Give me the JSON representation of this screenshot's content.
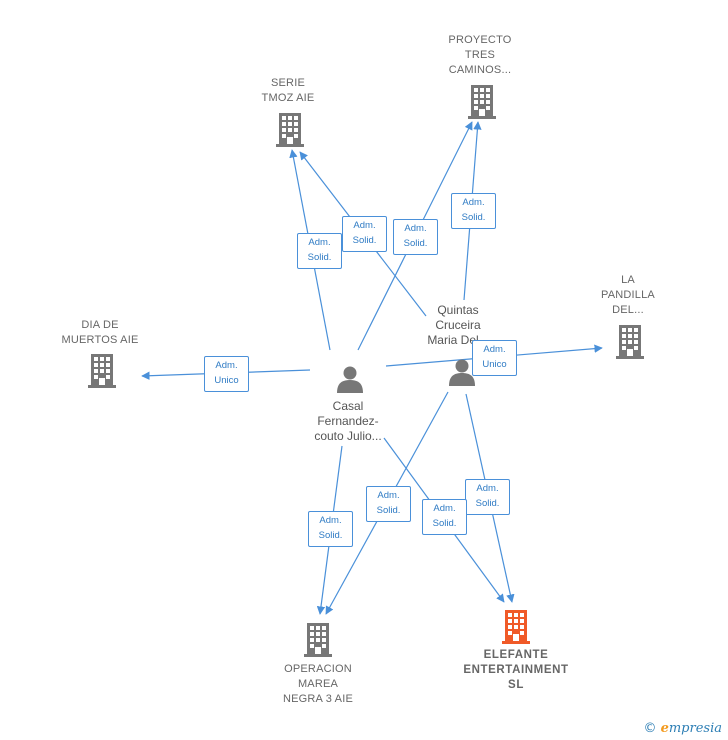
{
  "colors": {
    "edge": "#4a90d9",
    "company": "#777777",
    "focus": "#f05a28",
    "person": "#777777"
  },
  "nodes": {
    "serie_tmoz": {
      "lines": [
        "SERIE",
        "TMOZ AIE"
      ],
      "icon": "building-icon"
    },
    "proyecto_tres": {
      "lines": [
        "PROYECTO",
        "TRES",
        "CAMINOS..."
      ],
      "icon": "building-icon"
    },
    "la_pandilla": {
      "lines": [
        "LA",
        "PANDILLA",
        "DEL..."
      ],
      "icon": "building-icon"
    },
    "dia_de_muertos": {
      "lines": [
        "DIA DE",
        "MUERTOS  AIE"
      ],
      "icon": "building-icon"
    },
    "operacion_marea": {
      "lines": [
        "OPERACION",
        "MAREA",
        "NEGRA 3  AIE"
      ],
      "icon": "building-icon"
    },
    "elefante": {
      "lines": [
        "ELEFANTE",
        "ENTERTAINMENT",
        "SL"
      ],
      "icon": "building-icon"
    }
  },
  "persons": {
    "casal": {
      "lines": [
        "Casal",
        "Fernandez-",
        "couto Julio..."
      ],
      "icon": "person-icon"
    },
    "quintas": {
      "lines": [
        "Quintas",
        "Cruceira",
        "Maria Del..."
      ],
      "icon": "person-icon"
    }
  },
  "edge_labels": [
    {
      "line1": "Adm.",
      "line2": "Solid."
    },
    {
      "line1": "Adm.",
      "line2": "Solid."
    },
    {
      "line1": "Adm.",
      "line2": "Solid."
    },
    {
      "line1": "Adm.",
      "line2": "Solid."
    },
    {
      "line1": "Adm.",
      "line2": "Unico"
    },
    {
      "line1": "Adm.",
      "line2": "Unico"
    },
    {
      "line1": "Adm.",
      "line2": "Solid."
    },
    {
      "line1": "Adm.",
      "line2": "Solid."
    },
    {
      "line1": "Adm.",
      "line2": "Solid."
    },
    {
      "line1": "Adm.",
      "line2": "Solid."
    }
  ],
  "brand": {
    "copyright": "©",
    "initial": "e",
    "rest": "mpresia"
  }
}
